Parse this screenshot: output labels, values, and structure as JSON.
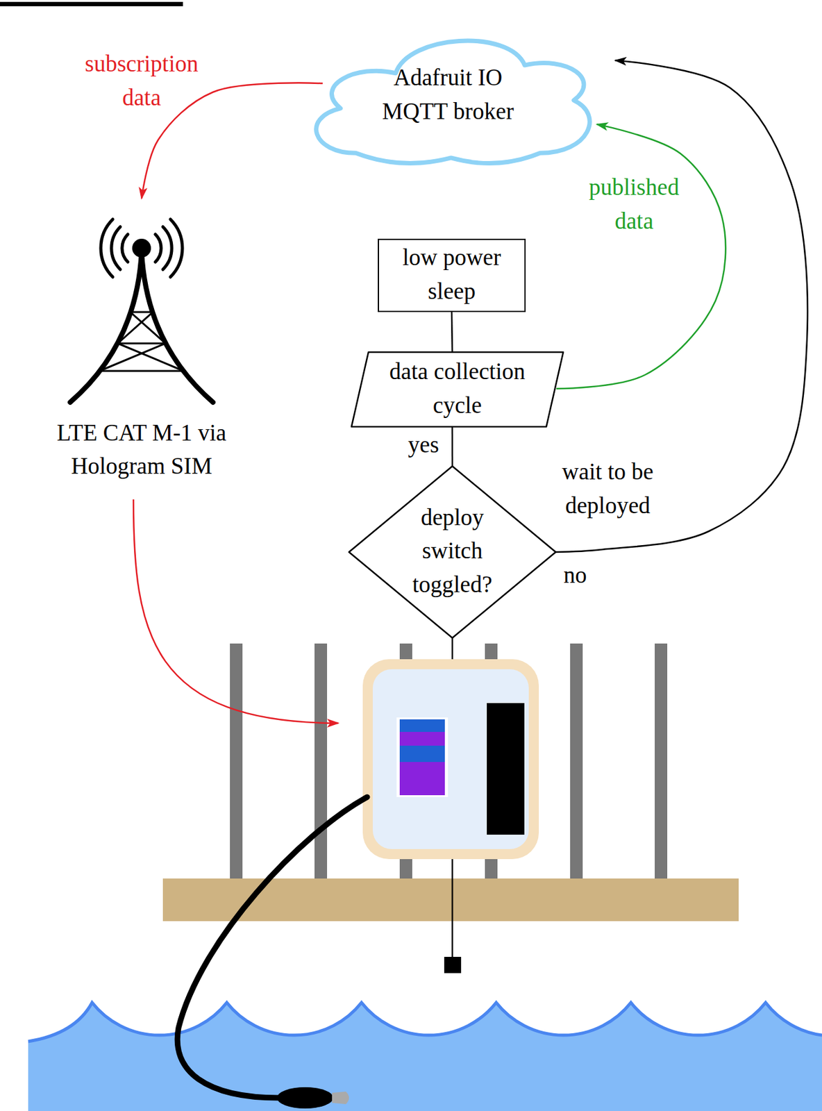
{
  "diagram": {
    "nodes": [
      {
        "text": [
          "Adafruit IO MQTT broker"
        ]
      },
      {
        "text": [
          "low power sleep"
        ]
      },
      {
        "text": [
          "data collection cycle"
        ]
      },
      {
        "text": [
          "deploy switch toggled?"
        ]
      },
      {
        "text": [
          "LTE CAT M-1 via Hologram SIM"
        ]
      }
    ],
    "edges": [
      {
        "from": 0,
        "to": 4,
        "arrow": "to",
        "label": "subscription data"
      },
      {
        "from": 2,
        "to": 0,
        "arrow": "to",
        "label": "published data"
      },
      {
        "from": 3,
        "to": 0,
        "arrow": "to",
        "label": "wait to be deployed"
      },
      {
        "from": 1,
        "to": 2,
        "arrow": "none"
      },
      {
        "from": 2,
        "to": 3,
        "arrow": "none",
        "label": "yes"
      }
    ],
    "labels": [
      "no"
    ]
  }
}
